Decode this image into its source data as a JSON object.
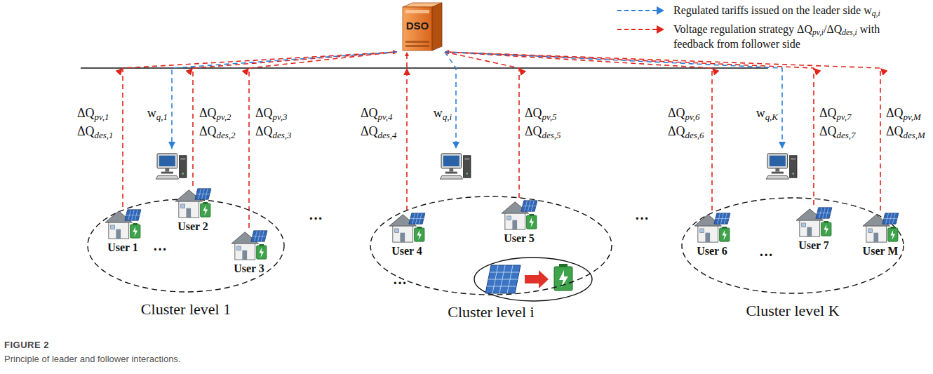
{
  "diagram": {
    "caption": "Principle of leader and follower interactions.",
    "nodes": [
      {
        "text": [
          "DSO"
        ]
      },
      {
        "text": [
          "Cluster level 1"
        ]
      },
      {
        "text": [
          "User 1"
        ],
        "in": 1
      },
      {
        "text": [
          "User 2"
        ],
        "in": 1
      },
      {
        "text": [
          "User 3"
        ],
        "in": 1
      },
      {
        "text": [
          "Cluster level i"
        ]
      },
      {
        "text": [
          "User 4"
        ],
        "in": 5
      },
      {
        "text": [
          "User 5"
        ],
        "in": 5
      },
      {
        "text": [
          "Cluster level K"
        ]
      },
      {
        "text": [
          "User 6"
        ],
        "in": 8
      },
      {
        "text": [
          "User 7"
        ],
        "in": 8
      },
      {
        "text": [
          "User M"
        ],
        "in": 8
      }
    ],
    "edges": [
      {
        "from": 2,
        "to": 0,
        "arrow": "to"
      },
      {
        "from": 3,
        "to": 0,
        "arrow": "to"
      },
      {
        "from": 4,
        "to": 0,
        "arrow": "to"
      },
      {
        "from": 6,
        "to": 0,
        "arrow": "to"
      },
      {
        "from": 7,
        "to": 0,
        "arrow": "to"
      },
      {
        "from": 9,
        "to": 0,
        "arrow": "to"
      },
      {
        "from": 10,
        "to": 0,
        "arrow": "to"
      },
      {
        "from": 11,
        "to": 0,
        "arrow": "to"
      },
      {
        "from": 0,
        "to": 1,
        "label": "wq,1",
        "arrow": "to"
      },
      {
        "from": 0,
        "to": 5,
        "label": "wq,i",
        "arrow": "to"
      },
      {
        "from": 0,
        "to": 8,
        "label": "wq,K",
        "arrow": "to"
      }
    ],
    "labels": [
      "FIGURE 2",
      "ΔQpv,1",
      "ΔQdes,1",
      "ΔQpv,2",
      "ΔQdes,2",
      "ΔQpv,3",
      "ΔQdes,3",
      "ΔQpv,4",
      "ΔQdes,4",
      "ΔQpv,5",
      "ΔQdes,5",
      "ΔQpv,6",
      "ΔQdes,6",
      "ΔQpv,7",
      "ΔQdes,7",
      "ΔQpv,M",
      "ΔQdes,M",
      "···",
      "···",
      "···",
      "···",
      "···"
    ],
    "legend": [
      {
        "text": "Regulated tariffs issued on the leader side wq,i"
      },
      {
        "text": "Voltage regulation strategy ΔQpv,i/ΔQdes,i with feedback from follower side"
      }
    ]
  }
}
